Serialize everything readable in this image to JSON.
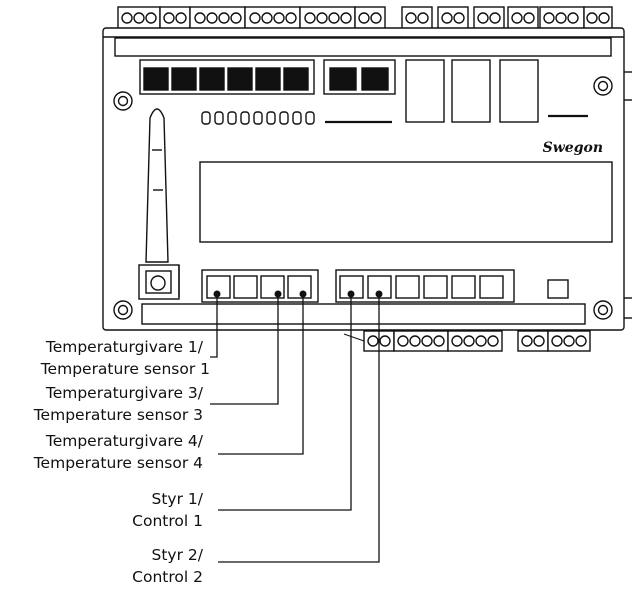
{
  "brand": {
    "logo_text": "Swegon"
  },
  "labels": {
    "temp1_line1": "Temperaturgivare 1/",
    "temp1_line2": "Temperature sensor 1",
    "temp3_line1": "Temperaturgivare 3/",
    "temp3_line2": "Temperature sensor 3",
    "temp4_line1": "Temperaturgivare 4/",
    "temp4_line2": "Temperature sensor 4",
    "control1_line1": "Styr 1/",
    "control1_line2": "Control 1",
    "control2_line1": "Styr 2/",
    "control2_line2": "Control 2"
  }
}
